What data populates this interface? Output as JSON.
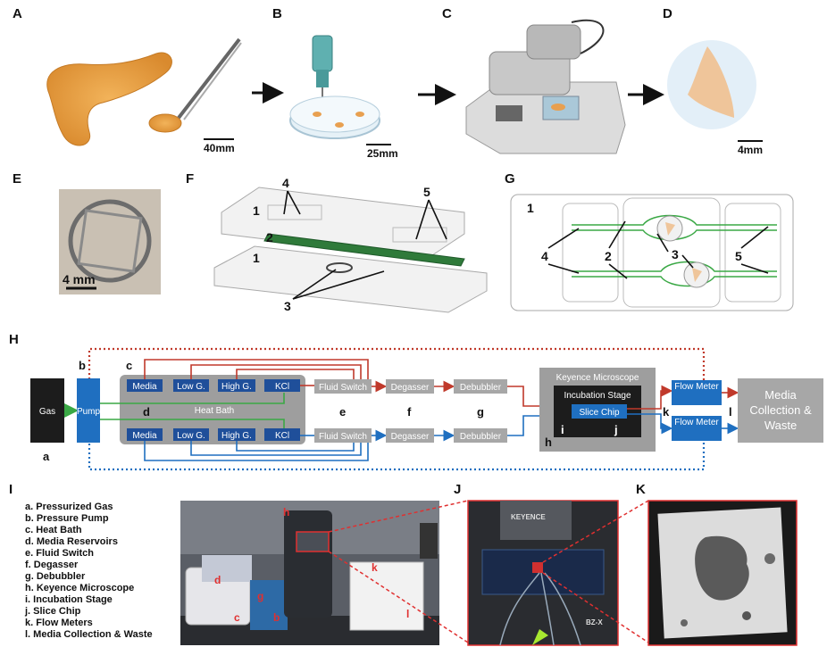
{
  "panels": [
    "A",
    "B",
    "C",
    "D",
    "E",
    "F",
    "G",
    "H",
    "I",
    "J",
    "K"
  ],
  "scales": {
    "a": "40mm",
    "b": "25mm",
    "d": "4mm",
    "e": "4 mm"
  },
  "f_numbers": [
    "1",
    "2",
    "1",
    "3",
    "4",
    "5"
  ],
  "g_numbers": [
    "1",
    "4",
    "2",
    "3",
    "5"
  ],
  "h": {
    "gas": "Gas",
    "pump": "Pump",
    "heat_bath": "Heat Bath",
    "reservoirs": [
      "Media",
      "Low G.",
      "High G.",
      "KCl"
    ],
    "fluid_switch": "Fluid Switch",
    "degasser": "Degasser",
    "debubbler": "Debubbler",
    "keyence": "Keyence Microscope",
    "incubation": "Incubation Stage",
    "slice_chip": "Slice Chip",
    "flow_meter": "Flow Meter",
    "collection": "Media Collection & Waste",
    "letters": [
      "a",
      "b",
      "c",
      "d",
      "e",
      "f",
      "g",
      "h",
      "i",
      "j",
      "k",
      "l"
    ]
  },
  "legend": [
    "a. Pressurized Gas",
    "b. Pressure Pump",
    "c. Heat Bath",
    "d. Media Reservoirs",
    "e. Fluid Switch",
    "f. Degasser",
    "g. Debubbler",
    "h. Keyence Microscope",
    "i. Incubation Stage",
    "j. Slice Chip",
    "k. Flow Meters",
    "l. Media Collection & Waste"
  ],
  "photo_labels": [
    "h",
    "d",
    "g",
    "c",
    "b",
    "k",
    "l"
  ],
  "j_brand": "KEYENCE",
  "j_model": "BZ-X",
  "colors": {
    "red": "#c0392b",
    "blue": "#1f6fc0",
    "green": "#3aa845",
    "darkbox": "#1c1c1c",
    "grey": "#9e9e9e",
    "lightgrey": "#a7a7a7"
  }
}
